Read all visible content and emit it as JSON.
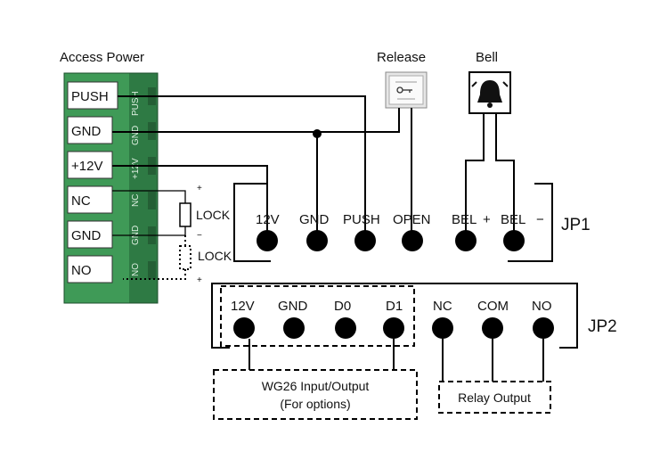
{
  "access_power": {
    "title": "Access Power",
    "terminals": [
      "PUSH",
      "GND",
      "+12V",
      "NC",
      "GND",
      "NO"
    ],
    "pcb_labels": [
      "PUSH",
      "GND",
      "+12V",
      "NC",
      "GND",
      "NO"
    ],
    "lock_labels": [
      "LOCK",
      "LOCK"
    ],
    "polarity": [
      "+",
      "−",
      "+"
    ]
  },
  "release": {
    "title": "Release"
  },
  "bell": {
    "title": "Bell"
  },
  "jp1": {
    "name": "JP1",
    "pins": [
      "12V",
      "GND",
      "PUSH",
      "OPEN",
      "BEL",
      "BEL"
    ],
    "bel_signs": [
      "+",
      "−"
    ]
  },
  "jp2": {
    "name": "JP2",
    "pins": [
      "12V",
      "GND",
      "D0",
      "D1",
      "NC",
      "COM",
      "NO"
    ]
  },
  "wiegand_box": {
    "line1": "WG26 Input/Output",
    "line2": "(For options)"
  },
  "relay_box": {
    "label": "Relay Output"
  },
  "colors": {
    "pcb_green": "#3f9a57",
    "pcb_dark": "#2e7a44",
    "wire": "#000000"
  }
}
